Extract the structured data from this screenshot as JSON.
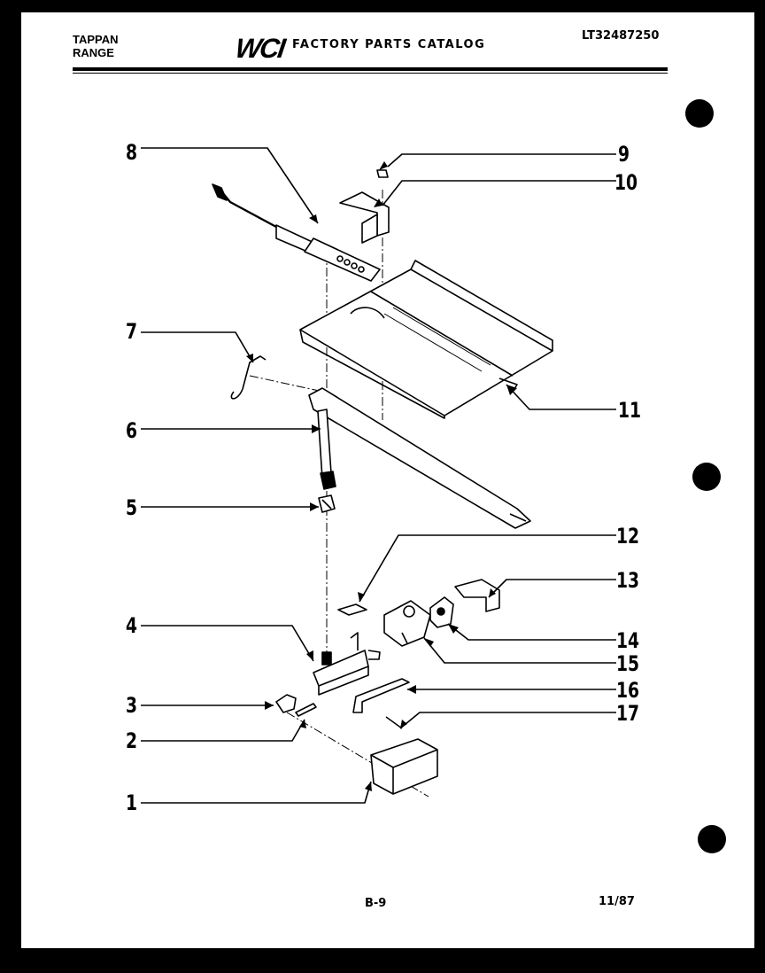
{
  "header": {
    "brand_line1": "TAPPAN",
    "brand_line2": "RANGE",
    "logo": "WCI",
    "catalog_title": "FACTORY PARTS CATALOG",
    "model_number": "LT32487250"
  },
  "callouts": [
    "1",
    "2",
    "3",
    "4",
    "5",
    "6",
    "7",
    "8",
    "9",
    "10",
    "11",
    "12",
    "13",
    "14",
    "15",
    "16",
    "17"
  ],
  "footer": {
    "page_code": "B-9",
    "date": "11/87"
  }
}
